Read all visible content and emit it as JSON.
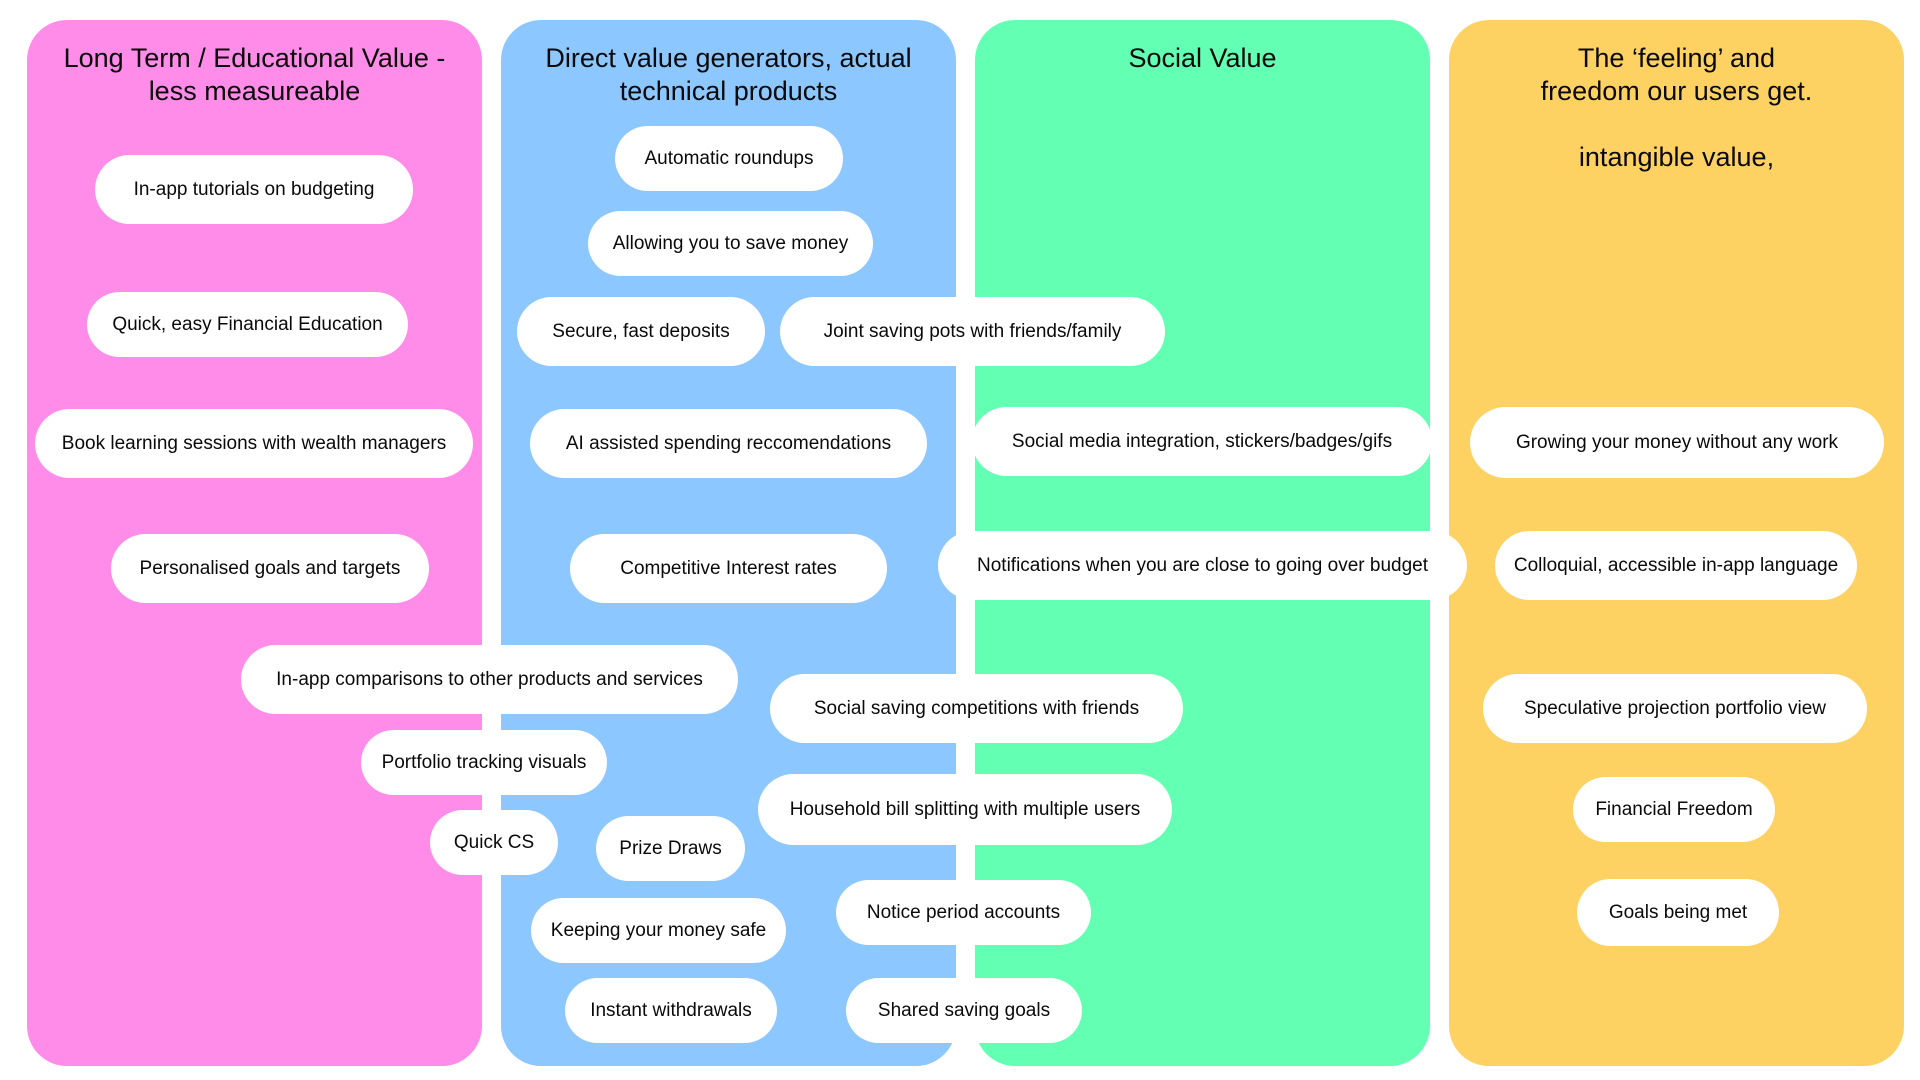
{
  "colors": {
    "col1": "#ff8ce8",
    "col2": "#8cc7ff",
    "col3": "#63ffb3",
    "col4": "#fed163"
  },
  "columns": [
    {
      "title": "Long Term / Educational Value -\nless measureable"
    },
    {
      "title": "Direct value generators, actual\ntechnical products"
    },
    {
      "title": "Social Value"
    },
    {
      "title": "The ‘feeling’ and\nfreedom our users get.\n\nintangible value,"
    }
  ],
  "notes": [
    "In-app tutorials on budgeting",
    "Quick, easy Financial Education",
    "Book learning sessions with wealth managers",
    "Personalised goals and targets",
    "In-app comparisons to other products and services",
    "Portfolio tracking visuals",
    "Quick CS",
    "Automatic roundups",
    "Allowing you to save money",
    "Secure, fast deposits",
    "Joint saving pots with friends/family",
    "AI assisted spending reccomendations",
    "Competitive Interest rates",
    "Social media integration, stickers/badges/gifs",
    "Notifications when you are close to going over budget",
    "Social saving competitions with friends",
    "Household bill splitting with multiple users",
    "Prize Draws",
    "Notice period accounts",
    "Keeping your money safe",
    "Instant withdrawals",
    "Shared saving goals",
    "Growing your money without any work",
    "Colloquial, accessible in-app language",
    "Speculative projection portfolio view",
    "Financial Freedom",
    "Goals being met"
  ]
}
